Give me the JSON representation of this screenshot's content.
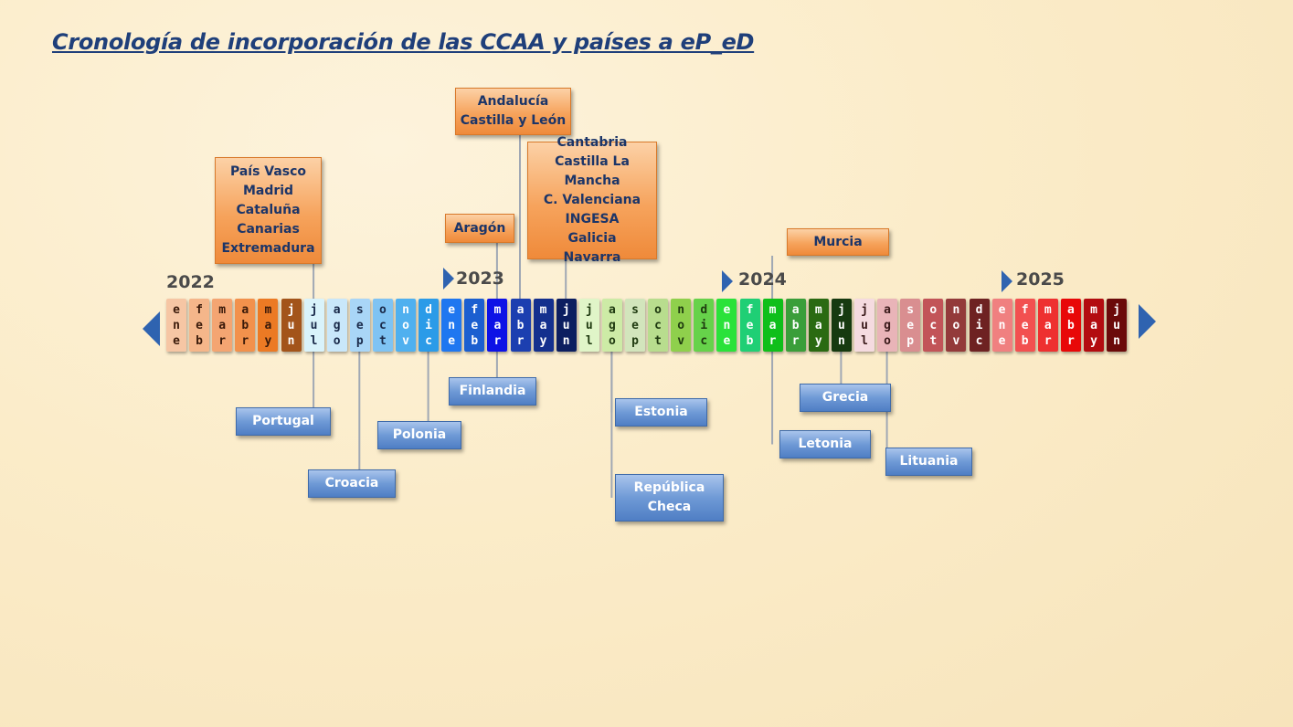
{
  "title": "Cronología de incorporación de las CCAA y países a eP_eD",
  "years": [
    "2022",
    "2023",
    "2024",
    "2025"
  ],
  "months": [
    {
      "label": "ene",
      "bg": "#f6c6a4",
      "fg": "#3a1a0a"
    },
    {
      "label": "feb",
      "bg": "#f5b68a",
      "fg": "#3a1a0a"
    },
    {
      "label": "mar",
      "bg": "#f4a572",
      "fg": "#3a1a0a"
    },
    {
      "label": "abr",
      "bg": "#f2914c",
      "fg": "#3a1a0a"
    },
    {
      "label": "may",
      "bg": "#ec7a24",
      "fg": "#3a1a0a"
    },
    {
      "label": "jun",
      "bg": "#a3541a",
      "fg": "#ffffff"
    },
    {
      "label": "jul",
      "bg": "#d9f3fb",
      "fg": "#1a2a4a"
    },
    {
      "label": "ago",
      "bg": "#c9e7fa",
      "fg": "#1a2a4a"
    },
    {
      "label": "sep",
      "bg": "#a9d6f7",
      "fg": "#1a2a4a"
    },
    {
      "label": "oct",
      "bg": "#7fc3f3",
      "fg": "#1a2a4a"
    },
    {
      "label": "nov",
      "bg": "#4fb0ef",
      "fg": "#ffffff"
    },
    {
      "label": "dic",
      "bg": "#2b9be8",
      "fg": "#ffffff"
    },
    {
      "label": "ene",
      "bg": "#1f77f0",
      "fg": "#ffffff"
    },
    {
      "label": "feb",
      "bg": "#1b5fd0",
      "fg": "#ffffff"
    },
    {
      "label": "mar",
      "bg": "#0d12e6",
      "fg": "#ffffff"
    },
    {
      "label": "abr",
      "bg": "#1c3fb0",
      "fg": "#ffffff"
    },
    {
      "label": "may",
      "bg": "#14308e",
      "fg": "#ffffff"
    },
    {
      "label": "jun",
      "bg": "#0c1e60",
      "fg": "#ffffff"
    },
    {
      "label": "jul",
      "bg": "#e0f5c8",
      "fg": "#1f3a10"
    },
    {
      "label": "ago",
      "bg": "#cdeba6",
      "fg": "#1f3a10"
    },
    {
      "label": "sep",
      "bg": "#d2e5bc",
      "fg": "#1f3a10"
    },
    {
      "label": "oct",
      "bg": "#b8dd8e",
      "fg": "#1f3a10"
    },
    {
      "label": "nov",
      "bg": "#8fd04c",
      "fg": "#1f3a10"
    },
    {
      "label": "dic",
      "bg": "#66d24a",
      "fg": "#1f3a10"
    },
    {
      "label": "ene",
      "bg": "#2ae23a",
      "fg": "#ffffff"
    },
    {
      "label": "feb",
      "bg": "#1fcf75",
      "fg": "#ffffff"
    },
    {
      "label": "mar",
      "bg": "#0fbf1a",
      "fg": "#ffffff"
    },
    {
      "label": "abr",
      "bg": "#3a9e3a",
      "fg": "#ffffff"
    },
    {
      "label": "may",
      "bg": "#2a6a12",
      "fg": "#ffffff"
    },
    {
      "label": "jun",
      "bg": "#163a10",
      "fg": "#ffffff"
    },
    {
      "label": "jul",
      "bg": "#f5dbe0",
      "fg": "#3a1a1a"
    },
    {
      "label": "ago",
      "bg": "#e9b4b8",
      "fg": "#3a1a1a"
    },
    {
      "label": "sep",
      "bg": "#d98e90",
      "fg": "#ffffff"
    },
    {
      "label": "oct",
      "bg": "#c25458",
      "fg": "#ffffff"
    },
    {
      "label": "nov",
      "bg": "#933a3a",
      "fg": "#ffffff"
    },
    {
      "label": "dic",
      "bg": "#6e2222",
      "fg": "#ffffff"
    },
    {
      "label": "ene",
      "bg": "#f08080",
      "fg": "#ffffff"
    },
    {
      "label": "feb",
      "bg": "#f25050",
      "fg": "#ffffff"
    },
    {
      "label": "mar",
      "bg": "#ee3030",
      "fg": "#ffffff"
    },
    {
      "label": "abr",
      "bg": "#e80808",
      "fg": "#ffffff"
    },
    {
      "label": "may",
      "bg": "#b30c10",
      "fg": "#ffffff"
    },
    {
      "label": "jun",
      "bg": "#6b0a0a",
      "fg": "#ffffff"
    }
  ],
  "ccaa": [
    {
      "month_index": 6,
      "lines": [
        "País Vasco",
        "Madrid",
        "Cataluña",
        "Canarias",
        "Extremadura"
      ]
    },
    {
      "month_index": 14,
      "lines": [
        "Aragón"
      ]
    },
    {
      "month_index": 15,
      "lines": [
        "Andalucía",
        "Castilla y León"
      ]
    },
    {
      "month_index": 17,
      "lines": [
        "Cantabria",
        "Castilla La Mancha",
        "C. Valenciana",
        "INGESA",
        "Galicia",
        "Navarra"
      ]
    },
    {
      "month_index": 26,
      "lines": [
        "Murcia"
      ]
    }
  ],
  "countries": [
    {
      "month_index": 6,
      "lines": [
        "Portugal"
      ]
    },
    {
      "month_index": 8,
      "lines": [
        "Croacia"
      ]
    },
    {
      "month_index": 11,
      "lines": [
        "Polonia"
      ]
    },
    {
      "month_index": 14,
      "lines": [
        "Finlandia"
      ]
    },
    {
      "month_index": 19,
      "lines": [
        "Estonia"
      ]
    },
    {
      "month_index": 19,
      "lines": [
        "República",
        "Checa"
      ]
    },
    {
      "month_index": 26,
      "lines": [
        "Letonia"
      ]
    },
    {
      "month_index": 29,
      "lines": [
        "Grecia"
      ]
    },
    {
      "month_index": 31,
      "lines": [
        "Lituania"
      ]
    }
  ],
  "colors": {
    "title": "#1f3f7a",
    "ccaa_box": "#f6a35c",
    "country_box": "#6f9ad6",
    "connector": "#a0a8b4",
    "nav_arrow": "#2f63b0"
  }
}
